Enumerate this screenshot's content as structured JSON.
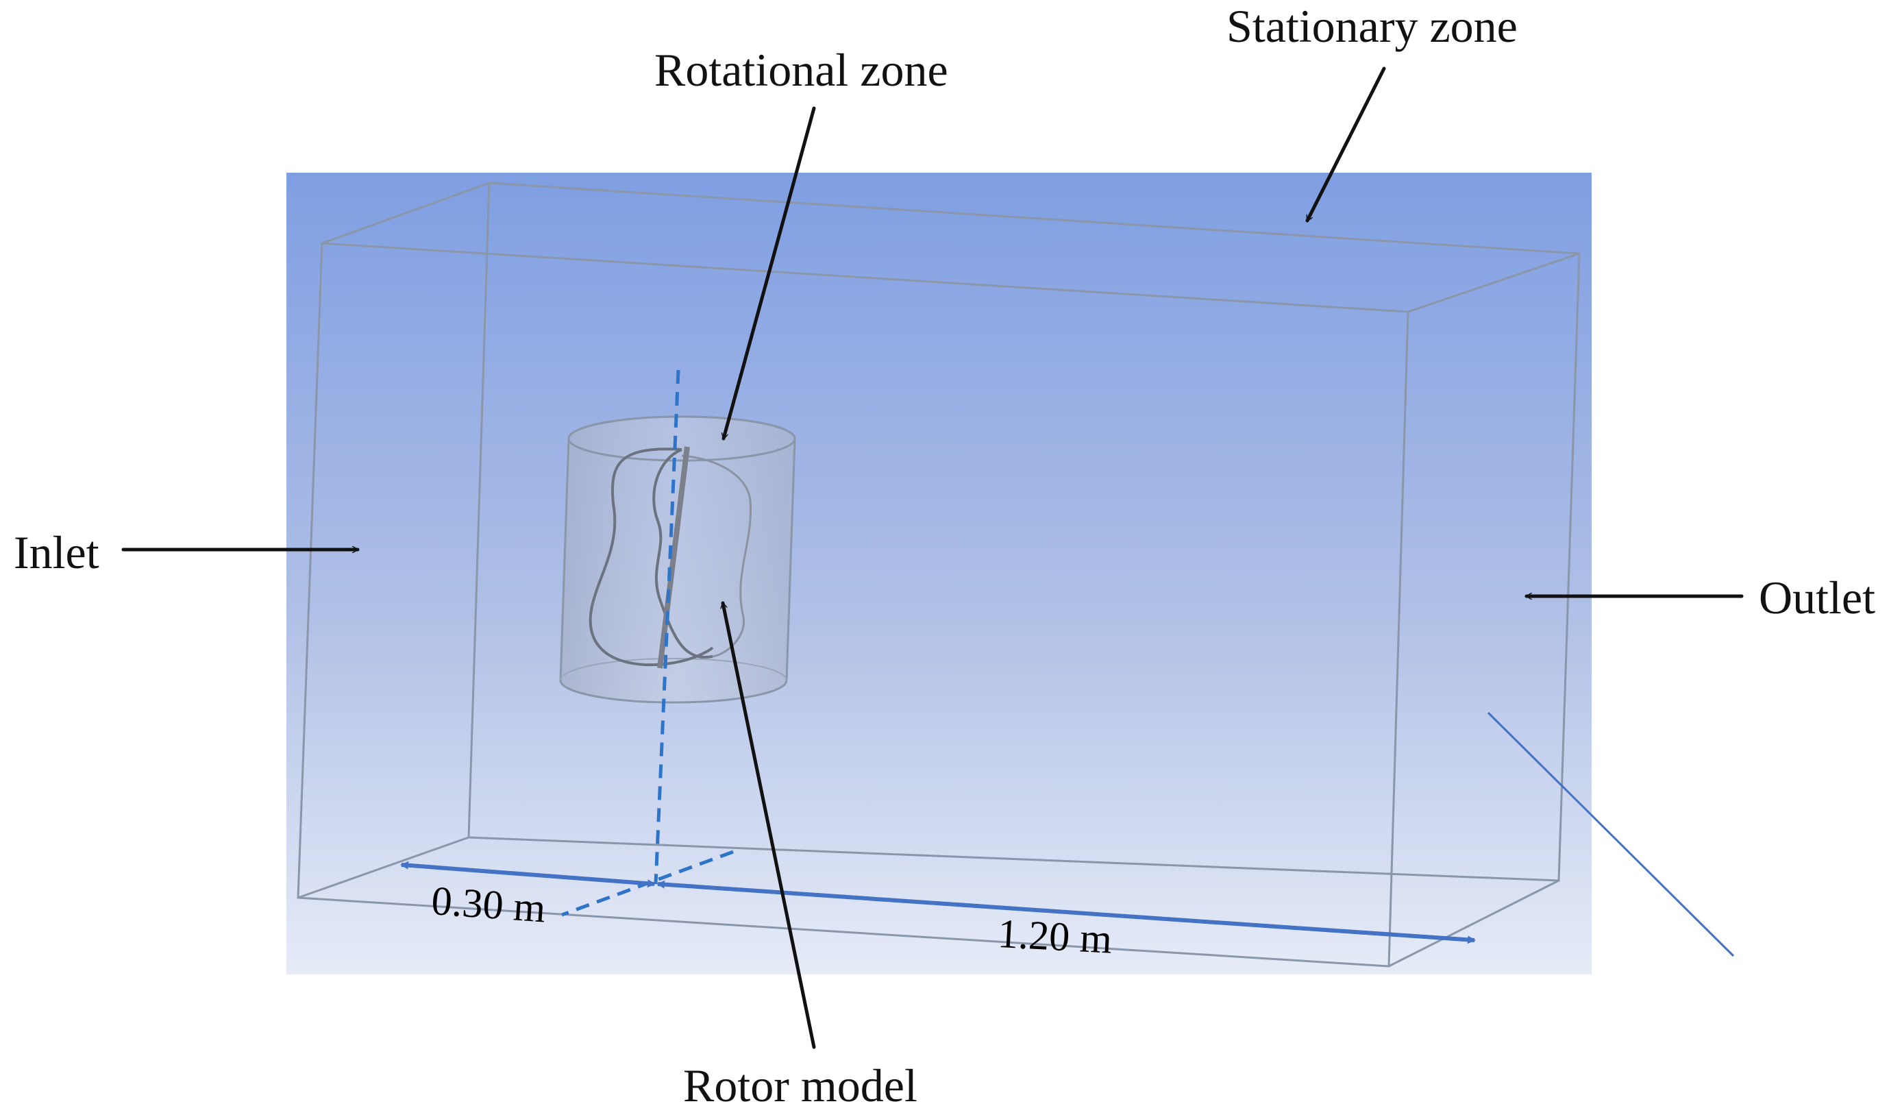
{
  "labels": {
    "stationary_zone": "Stationary zone",
    "rotational_zone": "Rotational zone",
    "inlet": "Inlet",
    "outlet": "Outlet",
    "rotor_model": "Rotor model"
  },
  "dimensions": {
    "upstream_distance": "0.30 m",
    "downstream_distance": "1.20 m"
  },
  "colors": {
    "background_top": "#7f9ee2",
    "background_bottom": "#e6ebf7",
    "dimension_arrow": "#4472c4",
    "edge_line": "#8a96aa",
    "callout_arrow": "#111111"
  }
}
